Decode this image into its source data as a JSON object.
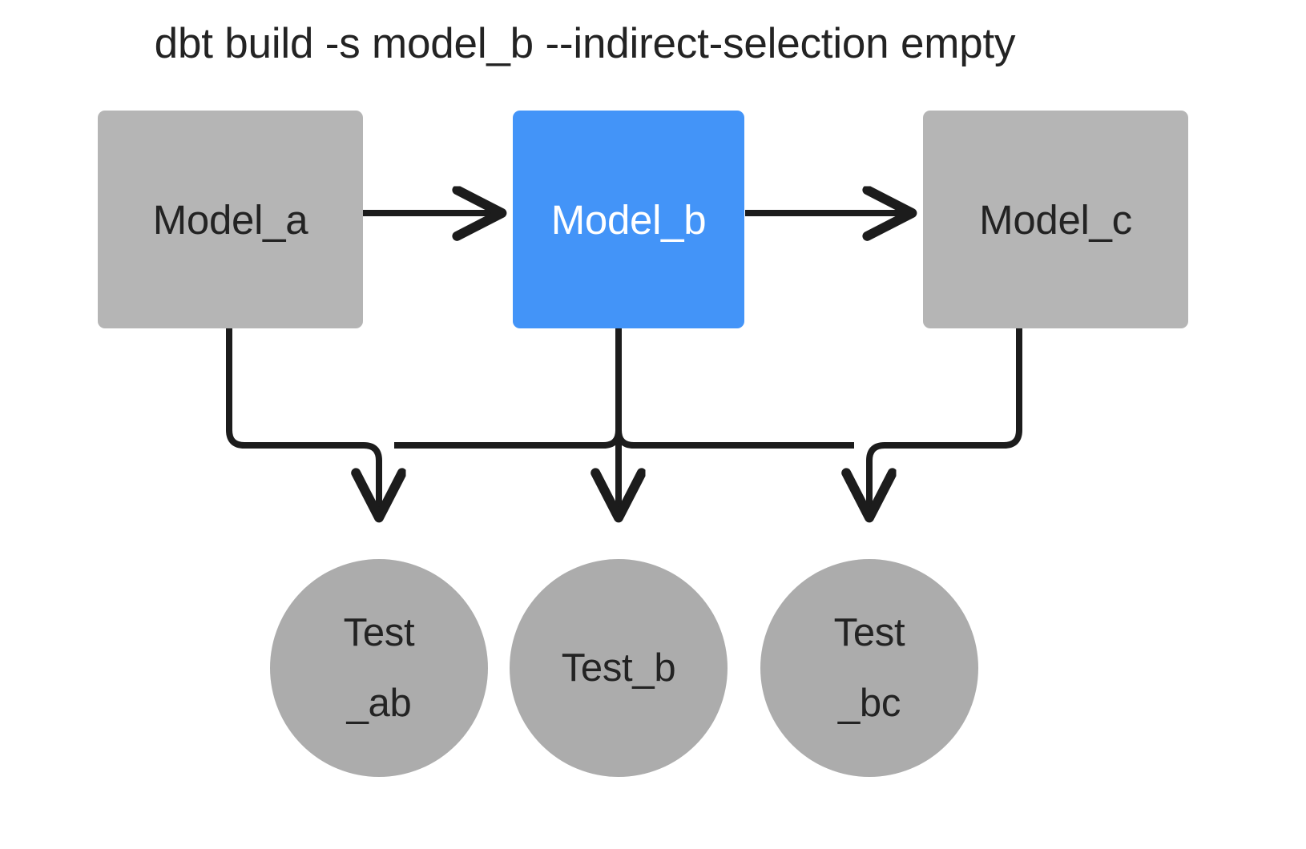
{
  "title": "dbt build -s model_b --indirect-selection empty",
  "colors": {
    "background": "#ffffff",
    "node_gray": "#b5b5b5",
    "test_gray": "#acacac",
    "selected_blue": "#4394f8",
    "edge_black": "#1c1c1c",
    "text_dark": "#232323",
    "text_light": "#ffffff"
  },
  "models": [
    {
      "id": "model_a",
      "label": "Model_a",
      "state": "unselected",
      "color": "#b5b5b5"
    },
    {
      "id": "model_b",
      "label": "Model_b",
      "state": "selected",
      "color": "#4394f8"
    },
    {
      "id": "model_c",
      "label": "Model_c",
      "state": "unselected",
      "color": "#b5b5b5"
    }
  ],
  "tests": [
    {
      "id": "test_ab",
      "label": "Test_ab",
      "line1": "Test",
      "line2": "_ab",
      "state": "unselected"
    },
    {
      "id": "test_b",
      "label": "Test_b",
      "line1": "Test_b",
      "line2": "",
      "state": "unselected"
    },
    {
      "id": "test_bc",
      "label": "Test_bc",
      "line1": "Test",
      "line2": "_bc",
      "state": "unselected"
    }
  ],
  "edges": [
    {
      "from": "model_a",
      "to": "model_b",
      "kind": "model-to-model"
    },
    {
      "from": "model_b",
      "to": "model_c",
      "kind": "model-to-model"
    },
    {
      "from": "model_a",
      "to": "test_ab",
      "kind": "model-to-test"
    },
    {
      "from": "model_b",
      "to": "test_ab",
      "kind": "model-to-test"
    },
    {
      "from": "model_b",
      "to": "test_b",
      "kind": "model-to-test"
    },
    {
      "from": "model_b",
      "to": "test_bc",
      "kind": "model-to-test"
    },
    {
      "from": "model_c",
      "to": "test_bc",
      "kind": "model-to-test"
    }
  ]
}
